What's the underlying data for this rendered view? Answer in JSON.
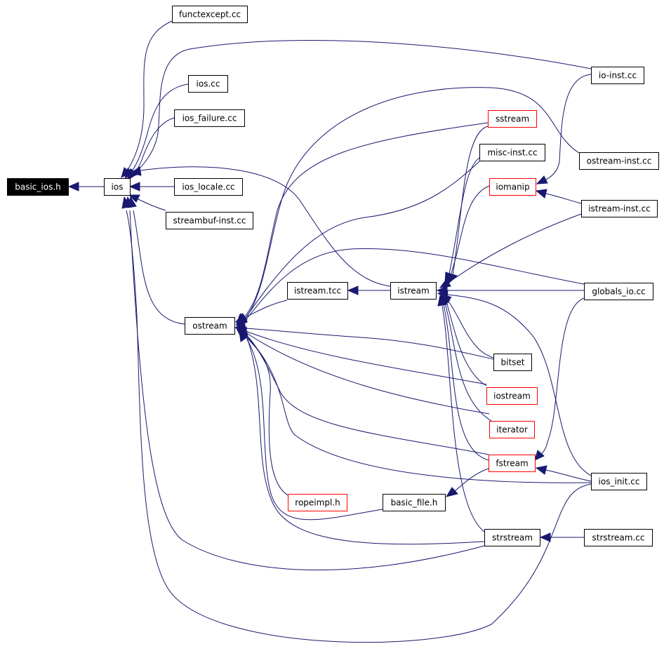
{
  "colors": {
    "edge": "#191970",
    "node_border": "#000000",
    "incomplete_border": "#ff0000",
    "root_fill": "#000000",
    "root_text": "#ffffff",
    "node_fill": "#ffffff",
    "node_text": "#000000"
  },
  "nodes": {
    "basic_ios": {
      "label": "basic_ios.h",
      "style": "root"
    },
    "ios": {
      "label": "ios",
      "style": "normal"
    },
    "functexcept": {
      "label": "functexcept.cc",
      "style": "normal"
    },
    "ios_cc": {
      "label": "ios.cc",
      "style": "normal"
    },
    "ios_failure": {
      "label": "ios_failure.cc",
      "style": "normal"
    },
    "ios_locale": {
      "label": "ios_locale.cc",
      "style": "normal"
    },
    "streambuf_inst": {
      "label": "streambuf-inst.cc",
      "style": "normal"
    },
    "ostream": {
      "label": "ostream",
      "style": "normal"
    },
    "istream_tcc": {
      "label": "istream.tcc",
      "style": "normal"
    },
    "istream": {
      "label": "istream",
      "style": "normal"
    },
    "ropeimpl": {
      "label": "ropeimpl.h",
      "style": "incomplete"
    },
    "basic_file": {
      "label": "basic_file.h",
      "style": "normal"
    },
    "sstream": {
      "label": "sstream",
      "style": "incomplete"
    },
    "misc_inst": {
      "label": "misc-inst.cc",
      "style": "normal"
    },
    "iomanip": {
      "label": "iomanip",
      "style": "incomplete"
    },
    "bitset": {
      "label": "bitset",
      "style": "normal"
    },
    "iostream": {
      "label": "iostream",
      "style": "incomplete"
    },
    "iterator": {
      "label": "iterator",
      "style": "incomplete"
    },
    "fstream": {
      "label": "fstream",
      "style": "incomplete"
    },
    "strstream": {
      "label": "strstream",
      "style": "normal"
    },
    "io_inst": {
      "label": "io-inst.cc",
      "style": "normal"
    },
    "ostream_inst": {
      "label": "ostream-inst.cc",
      "style": "normal"
    },
    "istream_inst": {
      "label": "istream-inst.cc",
      "style": "normal"
    },
    "globals_io": {
      "label": "globals_io.cc",
      "style": "normal"
    },
    "ios_init": {
      "label": "ios_init.cc",
      "style": "normal"
    },
    "strstream_cc": {
      "label": "strstream.cc",
      "style": "normal"
    }
  }
}
